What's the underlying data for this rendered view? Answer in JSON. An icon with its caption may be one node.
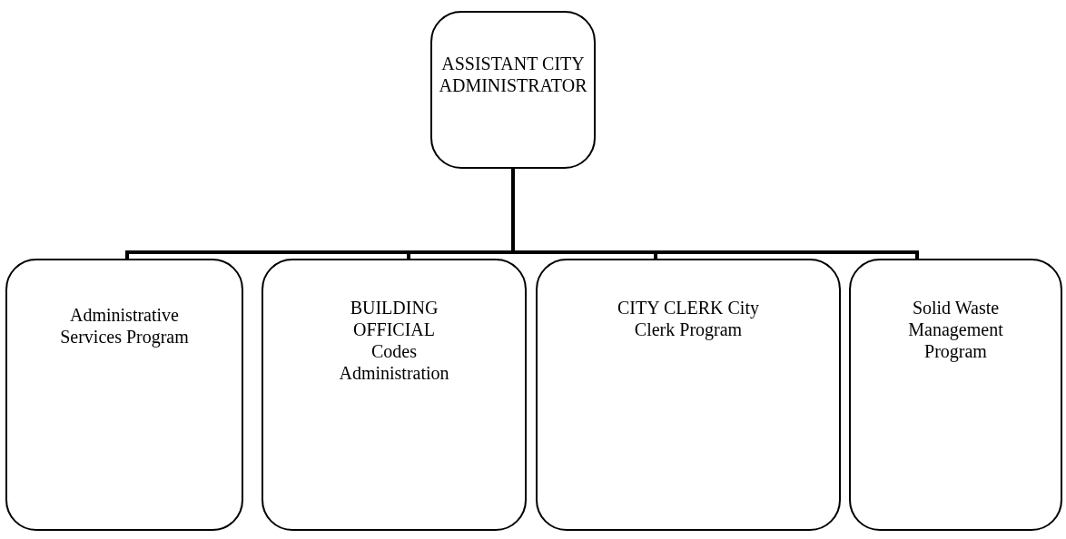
{
  "diagram": {
    "nodes": [
      {
        "text": [
          "ASSISTANT CITY ADMINISTRATOR"
        ]
      },
      {
        "text": [
          "Administrative Services Program"
        ]
      },
      {
        "text": [
          "BUILDING OFFICIAL Codes Administration"
        ]
      },
      {
        "text": [
          "CITY CLERK City Clerk Program"
        ]
      },
      {
        "text": [
          "Solid Waste Management Program"
        ]
      }
    ],
    "edges": [
      {
        "from": 0,
        "to": 1,
        "arrow": "none"
      },
      {
        "from": 0,
        "to": 2,
        "arrow": "none"
      },
      {
        "from": 0,
        "to": 3,
        "arrow": "none"
      },
      {
        "from": 0,
        "to": 4,
        "arrow": "none"
      }
    ]
  }
}
